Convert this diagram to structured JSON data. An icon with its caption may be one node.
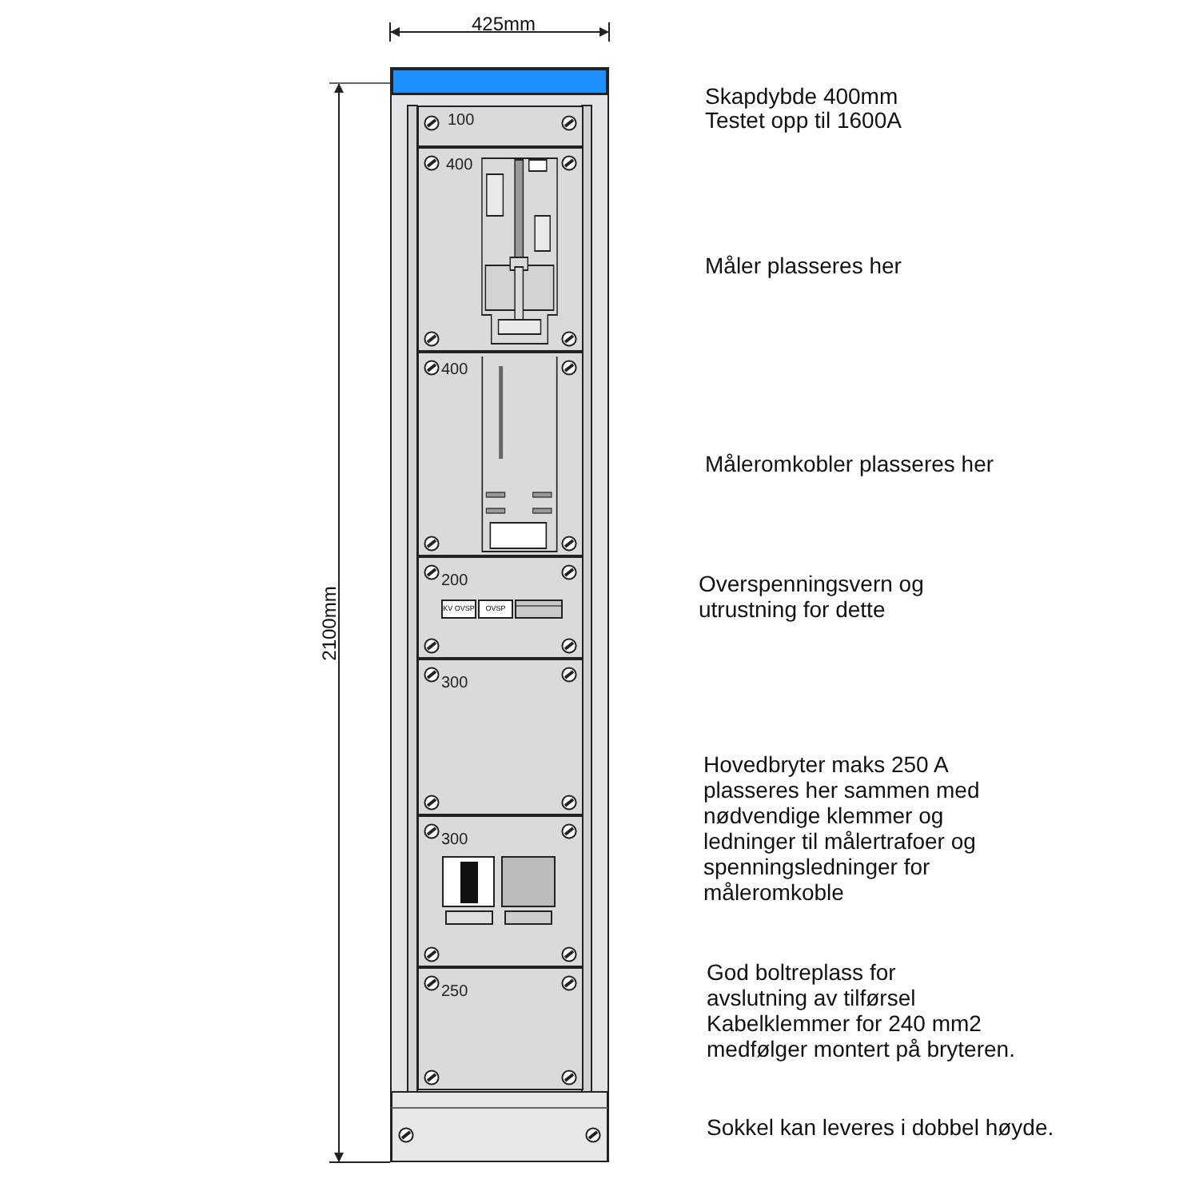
{
  "diagram": {
    "nodes": [
      {
        "text": [],
        "shape": "box"
      },
      {
        "text": [
          "100"
        ],
        "in": 0
      },
      {
        "text": [
          "400"
        ],
        "in": 0
      },
      {
        "text": [
          "400"
        ],
        "in": 0
      },
      {
        "text": [
          "200"
        ],
        "in": 0
      },
      {
        "text": [
          "300"
        ],
        "in": 0
      },
      {
        "text": [
          "300"
        ],
        "in": 0
      },
      {
        "text": [
          "250"
        ],
        "in": 0
      }
    ],
    "edges": [],
    "labels": [
      "425mm",
      "2100mm",
      "Skapdybde 400mm",
      "Testet opp til 1600A",
      "Måler plasseres her",
      "Måleromkobler plasseres her",
      "KV OVSP",
      "OVSP",
      "Overspenningsvern og utrustning for dette",
      "Hovedbryter maks 250 A plasseres her sammen med nødvendige klemmer og ledninger til målertrafoer og spenningsledninger for måleromkoble",
      "God boltreplass for avslutning av tilførsel",
      "Kabelklemmer for 240 mm2 medfølger montert på bryteren.",
      "Sokkel kan leveres i dobbel høyde."
    ]
  }
}
